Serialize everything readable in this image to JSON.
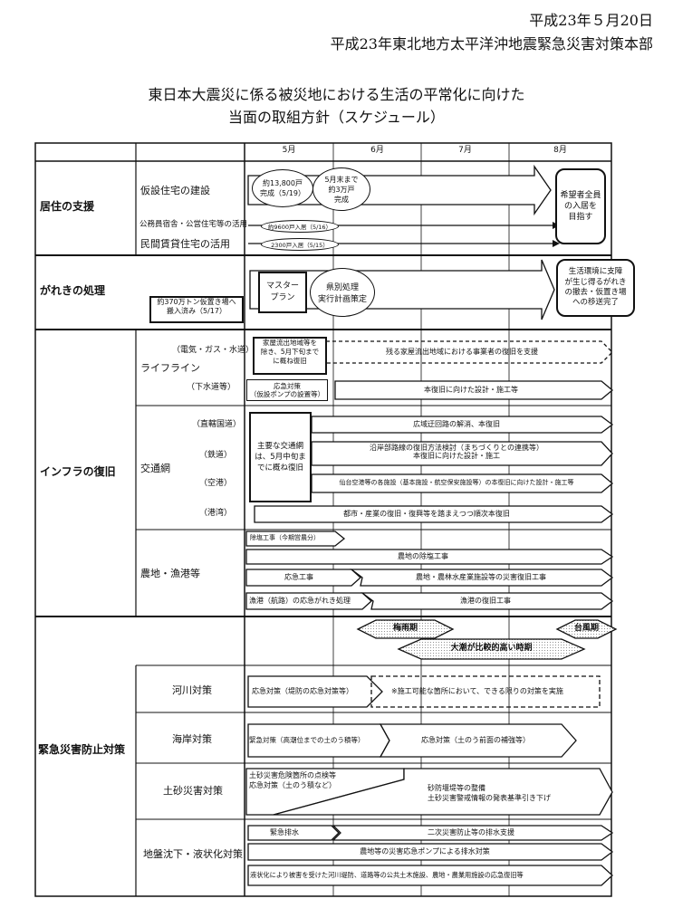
{
  "header": {
    "date": "平成23年５月20日",
    "org": "平成23年東北地方太平洋沖地震緊急災害対策本部",
    "title_line1": "東日本大震災に係る被災地における生活の平常化に向けた",
    "title_line2": "当面の取組方針（スケジュール）"
  },
  "months": [
    "5月",
    "6月",
    "7月",
    "8月"
  ],
  "sections": {
    "housing": {
      "label": "居住の支援",
      "rows": [
        "仮設住宅の建設",
        "公務員宿舎・公営住宅等の活用",
        "民間賃貸住宅の活用"
      ],
      "oval1": "約13,800戸\n完成（5/19）",
      "oval2": "5月末まで\n約3万戸\n完成",
      "oval_public": "約9600戸入居（5/16）",
      "oval_private": "2300戸入居（5/15）",
      "goal": "希望者全員\nの入居を\n目指す"
    },
    "debris": {
      "label": "がれきの処理",
      "note": "約370万トン仮置き場へ\n搬入済み（5/17）",
      "masterplan": "マスター\nプラン",
      "prefplan": "県別処理\n実行計画策定",
      "goal": "生活環境に支障\nが生じ得るがれき\nの撤去・仮置き場\nへの移送完了"
    },
    "infra": {
      "label": "インフラの復旧",
      "lifeline": "ライフライン",
      "lifeline_sub1": "（電気・ガス・水道）",
      "lifeline_sub2": "（下水道等）",
      "lifeline_box": "家屋流出地域等を\n除き、5月下旬まで\nに概ね復旧",
      "lifeline_arrow": "残る家屋流出地域における事業者の復旧を支援",
      "sewer_box": "応急対策\n（仮設ポンプの設置等）",
      "sewer_arrow": "本復旧に向けた設計・施工等",
      "transport": "交通網",
      "transport_subs": [
        "（直轄国道）",
        "（鉄道）",
        "（空港）",
        "（港湾）"
      ],
      "transport_box": "主要な交通網\nは、5月中旬ま\nでに概ね復旧",
      "road_arrow": "広域迂回路の解消、本復旧",
      "rail_arrow": "沿岸部路線の復旧方法検討（まちづくりとの連携等）\n本復旧に向けた設計・施工",
      "airport_arrow": "仙台空港等の各施設（基本施設・航空保安施設等）の本復旧に向けた設計・施工等",
      "port_arrow": "都市・産業の復旧・復興等を踏まえつつ順次本復旧",
      "agri": "農地・漁港等",
      "agri_a1": "除塩工事（今期営農分）",
      "agri_a2": "農地の除塩工事",
      "agri_a3a": "応急工事",
      "agri_a3b": "農地・農林水産業施設等の災害復旧工事",
      "agri_a4a": "漁港（航路）の応急がれき処理",
      "agri_a4b": "漁港の復旧工事"
    },
    "disaster": {
      "label": "緊急災害防止対策",
      "rainy": "梅雨期",
      "typhoon": "台風期",
      "tide": "大潮が比較的高い時期",
      "river": "河川対策",
      "river_a": "応急対策（堤防の応急対策等）",
      "river_b": "※施工可能な箇所において、できる限りの対策を実施",
      "coast": "海岸対策",
      "coast_a": "緊急対策（高潮位までの土のう積等）",
      "coast_b": "応急対策（土のう前面の補強等）",
      "sediment": "土砂災害対策",
      "sediment_a": "土砂災害危険箇所の点検等\n応急対策（土のう積など）",
      "sediment_b": "砂防堰堤等の整備\n土砂災害警戒情報の発表基準引き下げ",
      "subsidence": "地盤沈下・液状化対策",
      "sub_a1": "緊急排水",
      "sub_a2": "二次災害防止等の排水支援",
      "sub_a3": "農地等の災害応急ポンプによる排水対策",
      "sub_a4": "液状化により被害を受けた河川堤防、道路等の公共土木施設、農地・農業用施設の応急復旧等"
    }
  }
}
